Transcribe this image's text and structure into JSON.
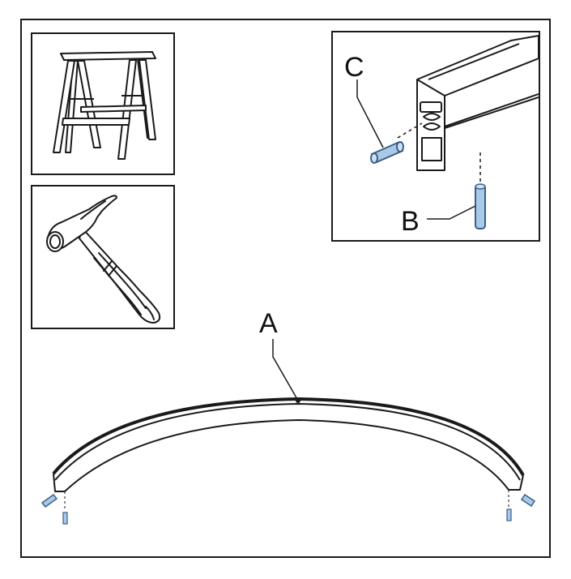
{
  "labels": {
    "part_a": "A",
    "part_b": "B",
    "part_c": "C"
  },
  "tools": {
    "panel_1_icon": "sawhorse-icon",
    "panel_2_icon": "hammer-icon"
  },
  "colors": {
    "line": "#1a1a1a",
    "pin_fill": "#a9c9e8",
    "pin_stroke": "#3a5f86"
  }
}
